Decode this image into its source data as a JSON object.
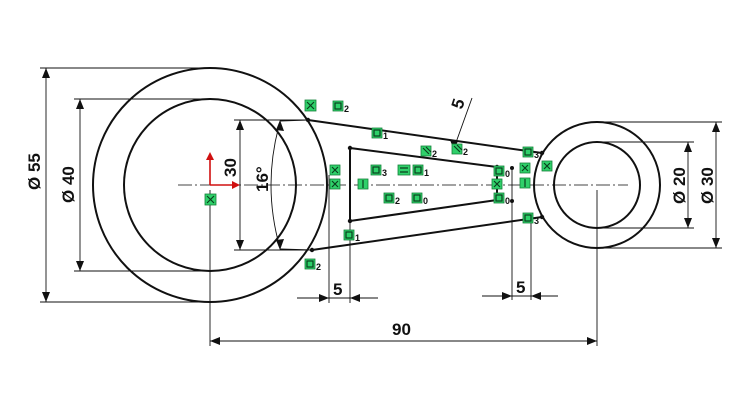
{
  "dimensions": {
    "big_outer_dia": "Ø 55",
    "big_inner_dia": "Ø 40",
    "small_outer_dia": "Ø 30",
    "small_inner_dia": "Ø 20",
    "link_height": "30",
    "angle": "16°",
    "wall_thickness": "5",
    "left_offset": "5",
    "right_offset": "5",
    "center_distance": "90"
  },
  "relations": {
    "r1": "2",
    "r2": "1",
    "r3": "2",
    "r4": "2",
    "r5": "3",
    "r6": "3",
    "r7": "3",
    "r8": "1",
    "r9": "2",
    "r10": "0",
    "r11": "0",
    "r12": "0",
    "r13": "1",
    "r14": "2"
  },
  "colors": {
    "relation_icon": "#2fd06a",
    "origin_axis": "#d01010",
    "geometry": "#111111"
  }
}
